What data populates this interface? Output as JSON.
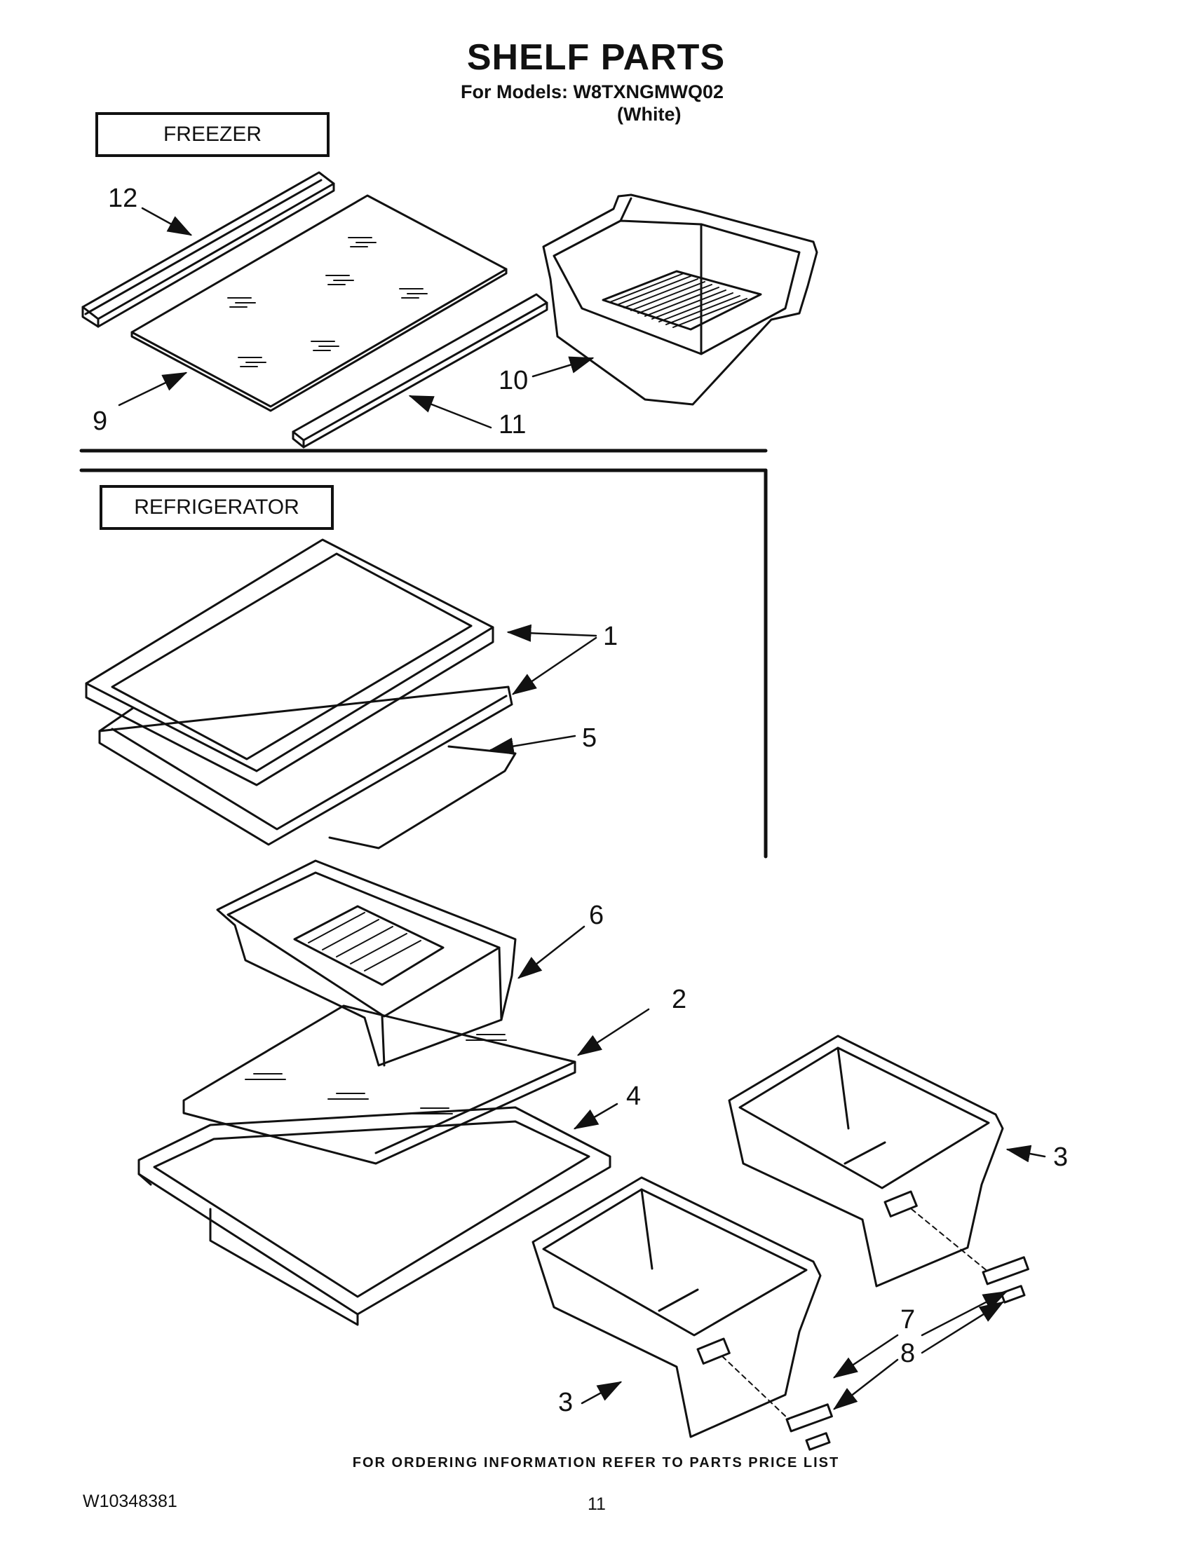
{
  "header": {
    "title": "SHELF PARTS",
    "models_line": "For Models: W8TXNGMWQ02",
    "color_line": "(White)"
  },
  "sections": {
    "freezer_label": "FREEZER",
    "refrigerator_label": "REFRIGERATOR"
  },
  "callouts": {
    "c12": "12",
    "c9": "9",
    "c10": "10",
    "c11": "11",
    "c1": "1",
    "c5": "5",
    "c6": "6",
    "c2": "2",
    "c4": "4",
    "c3a": "3",
    "c3b": "3",
    "c7": "7",
    "c8": "8"
  },
  "footer": {
    "ordering_note": "FOR ORDERING INFORMATION REFER TO PARTS PRICE LIST",
    "document_number": "W10348381",
    "page_number": "11"
  }
}
